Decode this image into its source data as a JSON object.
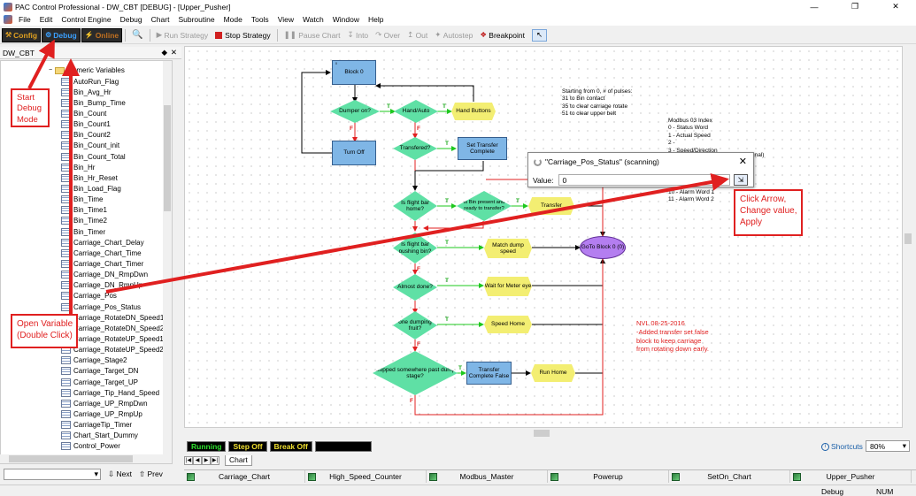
{
  "window": {
    "title": "PAC Control Professional - DW_CBT [DEBUG] - [Upper_Pusher]"
  },
  "menu": [
    "File",
    "Edit",
    "Control Engine",
    "Debug",
    "Chart",
    "Subroutine",
    "Mode",
    "Tools",
    "View",
    "Watch",
    "Window",
    "Help"
  ],
  "toolbar": {
    "modes": [
      {
        "label": "Config",
        "icon": "wrench-icon",
        "color": "#e0a020"
      },
      {
        "label": "Debug",
        "icon": "debug-icon",
        "color": "#3aa0ff"
      },
      {
        "label": "Online",
        "icon": "online-icon",
        "color": "#c07020"
      }
    ],
    "buttons": [
      {
        "label": "Run Strategy",
        "enabled": false
      },
      {
        "label": "Stop Strategy",
        "enabled": true
      },
      {
        "label": "Pause Chart",
        "enabled": false
      },
      {
        "label": "Into",
        "enabled": false
      },
      {
        "label": "Over",
        "enabled": false
      },
      {
        "label": "Out",
        "enabled": false
      },
      {
        "label": "Autostep",
        "enabled": false
      },
      {
        "label": "Breakpoint",
        "enabled": true
      }
    ]
  },
  "strategy_panel": {
    "title": "DW_CBT",
    "folder": "Numeric Variables",
    "items": [
      "AutoRun_Flag",
      "Bin_Avg_Hr",
      "Bin_Bump_Time",
      "Bin_Count",
      "Bin_Count1",
      "Bin_Count2",
      "Bin_Count_init",
      "Bin_Count_Total",
      "Bin_Hr",
      "Bin_Hr_Reset",
      "Bin_Load_Flag",
      "Bin_Time",
      "Bin_Time1",
      "Bin_Time2",
      "Bin_Timer",
      "Carriage_Chart_Delay",
      "Carriage_Chart_Time",
      "Carriage_Chart_Timer",
      "Carriage_DN_RmpDwn",
      "Carriage_DN_RmpUp",
      "Carriage_Pos",
      "Carriage_Pos_Status",
      "Carriage_RotateDN_Speed1",
      "Carriage_RotateDN_Speed2",
      "Carriage_RotateUP_Speed1",
      "Carriage_RotateUP_Speed2",
      "Carriage_Stage2",
      "Carriage_Target_DN",
      "Carriage_Target_UP",
      "Carriage_Tip_Hand_Speed",
      "Carriage_UP_RmpDwn",
      "Carriage_UP_RmpUp",
      "CarriageTip_Timer",
      "Chart_Start_Dummy",
      "Control_Power"
    ],
    "next_label": "Next",
    "prev_label": "Prev"
  },
  "flowchart": {
    "nodes": {
      "block0": "Block 0",
      "dumper_on": "Dumper on?",
      "hand_auto": "Hand/Auto",
      "hand_buttons": "Hand Buttons",
      "turn_off": "Turn Off",
      "transfered": "Transfered?",
      "set_transfer_complete": "Set Transfer Complete",
      "flight_bar_home": "Is flight bar home?",
      "bin_present": "Is Bin present and ready to transfer?",
      "transfer": "Transfer",
      "flight_bar_pushing": "Is flight bar pushing bin?",
      "match_dump_speed": "Match dump speed",
      "goto_block0": "GoTo Block 0 (0)",
      "almost_done": "Almost done?",
      "wait_meter_eye": "Wait for Meter eye",
      "one_dumping": "one dumping fruit?",
      "speed_home": "Speed Home",
      "stopped_past_dump": "stopped somewhere past dump stage?",
      "transfer_complete_false": "Transfer Complete False",
      "run_home": "Run Home"
    },
    "true_label": "T",
    "false_label": "F",
    "notes": {
      "pulses": "Starting from 0, # of pulses:\n31 to Bin contact\n35 to clear carriage rotate\n51 to clear upper belt",
      "modbus": "Modbus 03 Index\n0 - Status Word\n1 - Actual Speed\n2 -\n3 - Speed/Direction",
      "signal": "gnal)",
      "alarm": "10 - Alarm Word 1\n11 - Alarm Word 2",
      "nvl": "NVL 08-25-2016\n-Added transfer set false\nblock to keep carriage\nfrom rotating down early."
    }
  },
  "dialog": {
    "title": "\"Carriage_Pos_Status\" (scanning)",
    "value_label": "Value:",
    "value": "0"
  },
  "callouts": {
    "start_debug": "Start\nDebug\nMode",
    "apply": "Click Arrow,\nChange value,\nApply",
    "open_variable": "Open Variable\n(Double Click)"
  },
  "status_indicators": [
    "Running",
    "Step Off",
    "Break Off"
  ],
  "shortcuts_label": "Shortcuts",
  "zoom": "80%",
  "active_tab": "Chart",
  "chart_tabs": [
    "Carriage_Chart",
    "High_Speed_Counter",
    "Modbus_Master",
    "Powerup",
    "SetOn_Chart",
    "Upper_Pusher"
  ],
  "statusbar": {
    "mode": "Debug",
    "num": "NUM"
  },
  "colors": {
    "callout": "#e02020",
    "true_line": "#1ec81e",
    "false_line": "#e02020",
    "action_block": "#7fb6e6",
    "condition": "#5fe0a5",
    "oia": "#f3ee72",
    "continue": "#b47ef0"
  }
}
